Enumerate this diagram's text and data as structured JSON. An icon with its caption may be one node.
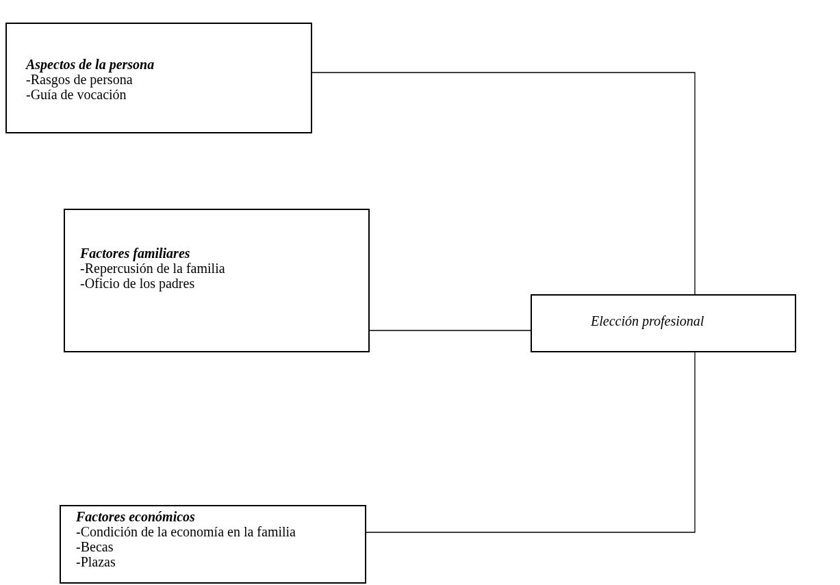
{
  "diagram": {
    "nodes": [
      {
        "text": [
          "Aspectos de la persona",
          "-Rasgos de persona",
          "-Guía de vocación"
        ]
      },
      {
        "text": [
          "Factores familiares",
          "-Repercusión de la familia",
          "-Oficio de los padres"
        ]
      },
      {
        "text": [
          "Elección profesional"
        ]
      },
      {
        "text": [
          "Factores económicos",
          "-Condición de la economía en la familia",
          "-Becas",
          "-Plazas"
        ]
      }
    ],
    "edges": [
      {
        "from": 0,
        "to": 2,
        "arrow": "none"
      },
      {
        "from": 1,
        "to": 2,
        "arrow": "none"
      },
      {
        "from": 3,
        "to": 2,
        "arrow": "none"
      }
    ]
  }
}
